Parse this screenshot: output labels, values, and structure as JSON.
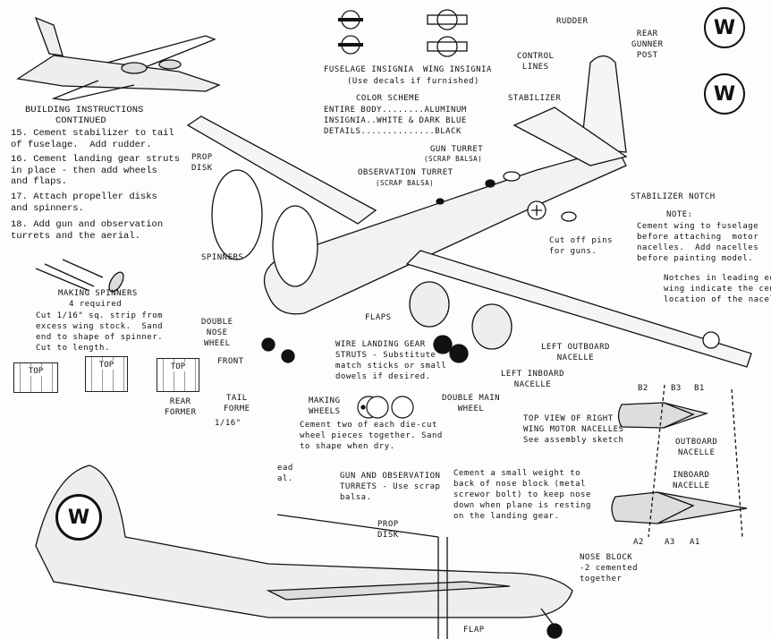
{
  "instructions": {
    "title": "BUILDING INSTRUCTIONS",
    "subtitle": "CONTINUED",
    "steps": [
      "15. Cement stabilizer to tail\nof fuselage.  Add rudder.",
      "16. Cement landing gear struts\nin place - then add wheels\nand flaps.",
      "17. Attach propeller disks\nand spinners.",
      "18. Add gun and observation\nturrets and the aerial."
    ]
  },
  "spinners": {
    "title": "MAKING SPINNERS",
    "count": "4 required",
    "text": "Cut 1/16\" sq. strip from\nexcess wing stock.  Sand\nend to shape of spinner.\nCut to length."
  },
  "formers": {
    "top_label": "TOP",
    "rear_former": "REAR\nFORMER",
    "front": "FRONT",
    "tail_former": "TAIL\nFORME",
    "thickness": "1/16\""
  },
  "insignia": {
    "fuselage": "FUSELAGE INSIGNIA",
    "wing": "WING INSIGNIA",
    "note": "(Use decals if furnished)",
    "decal_letter": "W"
  },
  "color_scheme": {
    "title": "COLOR SCHEME",
    "lines": [
      "ENTIRE BODY........ALUMINUM",
      "INSIGNIA..WHITE & DARK BLUE",
      "DETAILS..............BLACK"
    ]
  },
  "labels": {
    "gun_turret": "GUN TURRET",
    "gun_turret_sub": "(SCRAP BALSA)",
    "observation_turret": "OBSERVATION TURRET",
    "observation_turret_sub": "(SCRAP BALSA)",
    "rudder": "RUDDER",
    "rear_gunner_post": "REAR\nGUNNER\nPOST",
    "control_lines": "CONTROL\nLINES",
    "stabilizer": "STABILIZER",
    "stabilizer_notch": "STABILIZER NOTCH",
    "prop_disk": "PROP\nDISK",
    "spinners": "SPINNERS",
    "cut_off_pins": "Cut off pins\nfor guns.",
    "double_nose_wheel": "DOUBLE\nNOSE\nWHEEL",
    "flaps": "FLAPS",
    "wire_gear": "WIRE LANDING GEAR\nSTRUTS - Substitute\nmatch sticks or small\ndowels if desired.",
    "left_inboard": "LEFT INBOARD\nNACELLE",
    "left_outboard": "LEFT OUTBOARD\nNACELLE",
    "double_main_wheel": "DOUBLE MAIN\nWHEEL",
    "notches": "Notches in leading edge of\nwing indicate the center\nlocation of the nacelles",
    "gun_obs_turrets": "GUN AND OBSERVATION\nTURRETS - Use scrap\nbalsa.",
    "weight_note": "Cement a small weight to\nback of nose block (metal\nscrewor bolt) to keep nose\ndown when plane is resting\non the landing gear.",
    "prop_disk_2": "PROP\nDISK",
    "nose_block": "NOSE BLOCK\n-2 cemented\ntogether",
    "flap": "FLAP",
    "fragment": "ead\nal."
  },
  "note": {
    "title": "NOTE:",
    "text": "Cement wing to fuselage\nbefore attaching  motor\nnacelles.  Add nacelles\nbefore painting model."
  },
  "wheels": {
    "title": "MAKING\nWHEELS",
    "text": "Cement two of each die-cut\nwheel pieces together. Sand\nto shape when dry."
  },
  "nacelles": {
    "title": "TOP VIEW OF RIGHT\nWING MOTOR NACELLES\nSee assembly sketch",
    "outboard": "OUTBOARD\nNACELLE",
    "inboard": "INBOARD\nNACELLE",
    "b_labels": [
      "B2",
      "B3",
      "B1"
    ],
    "a_labels": [
      "A2",
      "A3",
      "A1"
    ]
  }
}
